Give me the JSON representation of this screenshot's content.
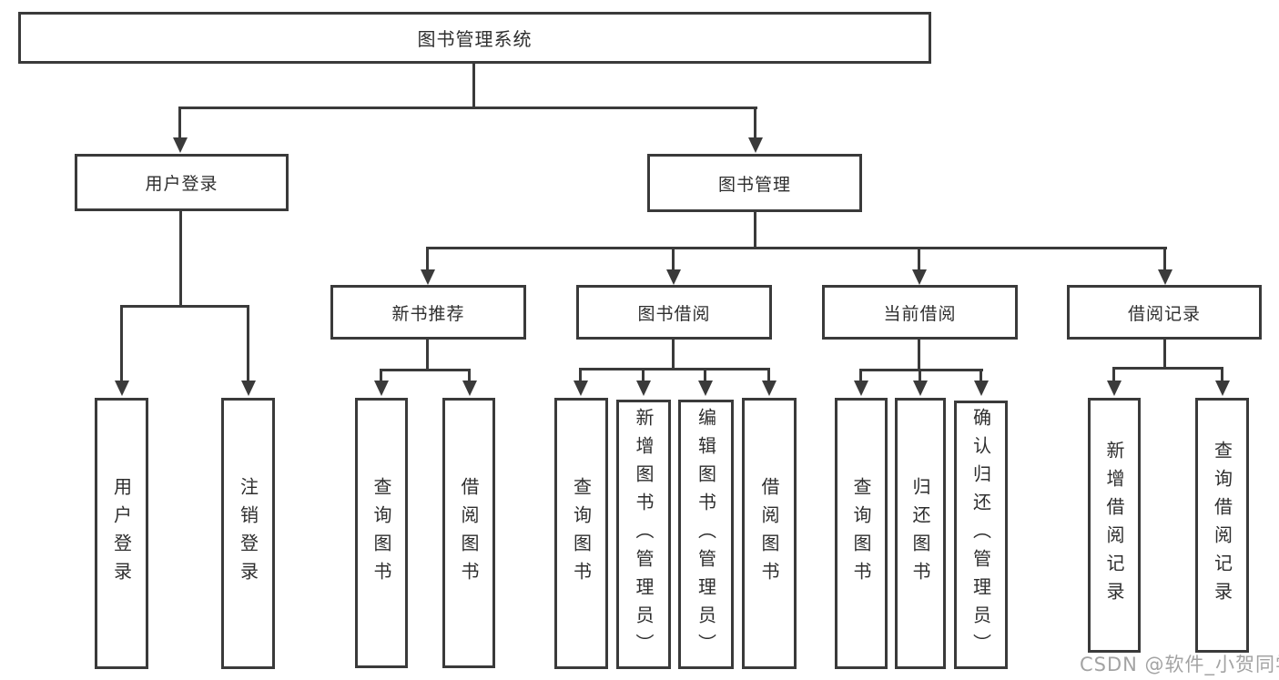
{
  "diagram": {
    "type": "tree-diagram",
    "title": "图书管理系统"
  },
  "tree": {
    "root": {
      "label": "图书管理系统"
    },
    "children": [
      {
        "label": "用户登录",
        "children": [
          {
            "label": "用户登录"
          },
          {
            "label": "注销登录"
          }
        ]
      },
      {
        "label": "图书管理",
        "children": [
          {
            "label": "新书推荐",
            "children": [
              {
                "label": "查询图书"
              },
              {
                "label": "借阅图书"
              }
            ]
          },
          {
            "label": "图书借阅",
            "children": [
              {
                "label": "查询图书"
              },
              {
                "label": "新增图书（管理员）"
              },
              {
                "label": "编辑图书（管理员）"
              },
              {
                "label": "借阅图书"
              }
            ]
          },
          {
            "label": "当前借阅",
            "children": [
              {
                "label": "查询图书"
              },
              {
                "label": "归还图书"
              },
              {
                "label": "确认归还（管理员）"
              }
            ]
          },
          {
            "label": "借阅记录",
            "children": [
              {
                "label": "新增借阅记录"
              },
              {
                "label": "查询借阅记录"
              }
            ]
          }
        ]
      }
    ]
  },
  "watermark": {
    "text": "CSDN @软件_小贺同学"
  },
  "colors": {
    "line": "#3a3a3a",
    "text": "#2e2e2e",
    "background": "#ffffff",
    "watermark": "#9e9e9e"
  }
}
